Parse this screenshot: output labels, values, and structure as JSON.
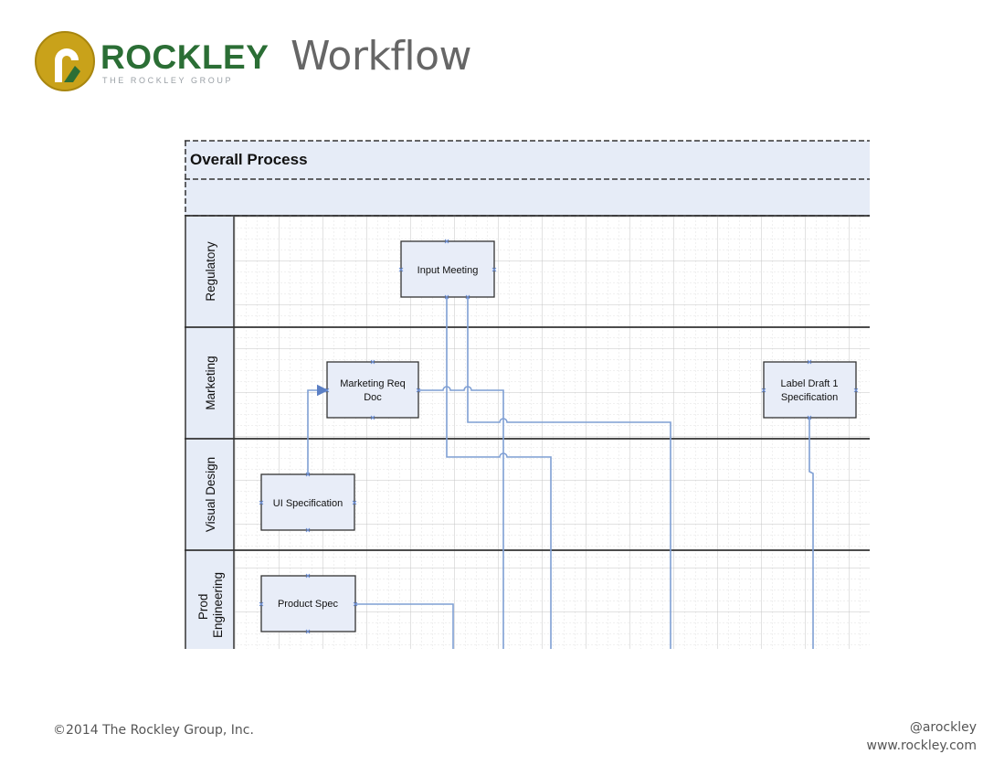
{
  "header": {
    "brand_name": "ROCKLEY",
    "brand_sub": "THE ROCKLEY GROUP",
    "title": "Workflow"
  },
  "diagram": {
    "pool_title": "Overall Process",
    "lanes": [
      {
        "name": "Regulatory"
      },
      {
        "name": "Marketing"
      },
      {
        "name": "Visual Design"
      },
      {
        "name": "Prod\nEngineering"
      }
    ],
    "boxes": [
      {
        "id": "input-meeting",
        "label": [
          "Input Meeting"
        ]
      },
      {
        "id": "marketing-req-doc",
        "label": [
          "Marketing Req",
          "Doc"
        ]
      },
      {
        "id": "label-draft-1",
        "label": [
          "Label Draft 1",
          "Specification"
        ]
      },
      {
        "id": "ui-specification",
        "label": [
          "UI Specification"
        ]
      },
      {
        "id": "product-spec",
        "label": [
          "Product Spec"
        ]
      }
    ]
  },
  "footer": {
    "copyright": "©2014 The Rockley Group, Inc.",
    "handle": "@arockley",
    "website": "www.rockley.com"
  },
  "colors": {
    "brand_green": "#2b6e35",
    "logo_gold": "#c9a21a",
    "box_fill": "#e8edf8",
    "connector": "#7f9fd4"
  }
}
